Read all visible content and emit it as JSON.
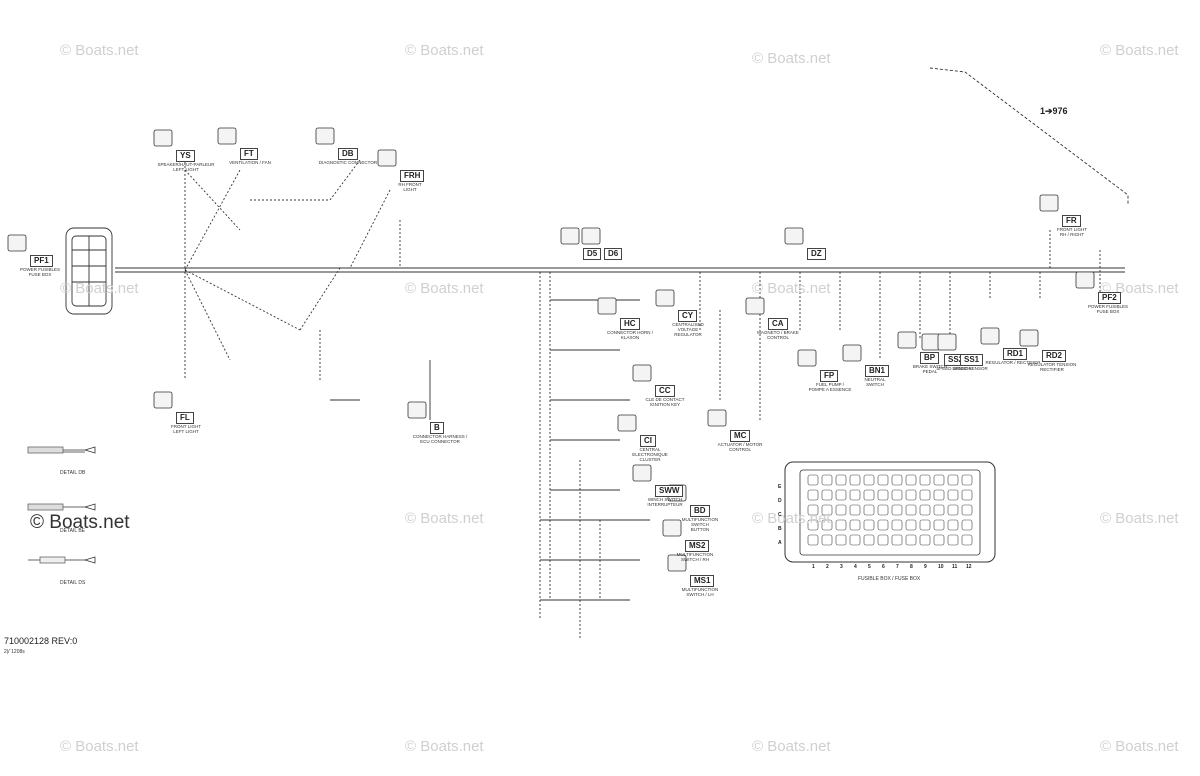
{
  "watermark": "© Boats.net",
  "reference_number": "1➔976",
  "revision": "710002128 REV:0",
  "revision_sub": "2|/´1208s",
  "connectors": [
    {
      "code": "YS",
      "label": "SPEAKER/HAUT-PARLEUR\nLEFT LIGHT"
    },
    {
      "code": "FT",
      "label": "VENTILATION / FAN"
    },
    {
      "code": "DB",
      "label": "DIAGNOSTIC CONNECTOR"
    },
    {
      "code": "FRH",
      "label": "RH FRONT\nLIGHT"
    },
    {
      "code": "FR",
      "label": "FRONT LIGHT\nRH / RIGHT"
    },
    {
      "code": "PF1",
      "label": "POWER FUSIBLES\nFUSE BOX"
    },
    {
      "code": "FL",
      "label": "FRONT LIGHT\nLEFT LIGHT"
    },
    {
      "code": "D5",
      "label": ""
    },
    {
      "code": "D6",
      "label": ""
    },
    {
      "code": "HC",
      "label": "CONNECTOR HORN /\nKLAXON"
    },
    {
      "code": "CY",
      "label": "CENTRALISED\nVOLTAGE\nREGULATOR"
    },
    {
      "code": "DZ",
      "label": ""
    },
    {
      "code": "CA",
      "label": "MAGNETO / BRAKE\nCONTROL"
    },
    {
      "code": "FP",
      "label": "FUEL PUMP /\nPOMPE A ESSENCE"
    },
    {
      "code": "BP",
      "label": "BRAKE SWITCH\nPEDAL"
    },
    {
      "code": "SS2",
      "label": "SPEED SENSOR"
    },
    {
      "code": "SS1",
      "label": "SPEED SENSOR"
    },
    {
      "code": "RD1",
      "label": "REGULATOR / RECTIFIER"
    },
    {
      "code": "RD2",
      "label": "REGULATOR TENSION\nRECTIFIER"
    },
    {
      "code": "PF2",
      "label": "POWER FUSIBLES\nFUSE BOX"
    },
    {
      "code": "BN1",
      "label": "NEUTRAL\nSWITCH"
    },
    {
      "code": "CC",
      "label": "CLE DE CONTACT\nIGNITION KEY"
    },
    {
      "code": "CI",
      "label": "CENTRAL\nELECTRONIQUE\nCLUSTER"
    },
    {
      "code": "MC",
      "label": "ACTUATOR / MOTOR\nCONTROL"
    },
    {
      "code": "B",
      "label": "CONNECTOR HARNESS /\nECU CONNECTOR"
    },
    {
      "code": "SWW",
      "label": "WINCH SWITCH\nINTERRUPTEUR"
    },
    {
      "code": "BD",
      "label": "MULTIFUNCTION\nSWITCH\nBUTTON"
    },
    {
      "code": "MS2",
      "label": "MULTIFUNCTION\nSWITCH / RH"
    },
    {
      "code": "MS1",
      "label": "MULTIFUNCTION\nSWITCH / LH"
    }
  ],
  "details": [
    {
      "label": "DETAIL DB"
    },
    {
      "label": "DETAIL BE"
    },
    {
      "label": "DETAIL DS"
    }
  ],
  "fuse_box": {
    "rows": [
      "E",
      "D",
      "C",
      "B",
      "A"
    ],
    "cols": [
      "1",
      "2",
      "3",
      "4",
      "5",
      "6",
      "7",
      "8",
      "9",
      "10",
      "11",
      "12"
    ],
    "caption": "FUSIBLE BOX / FUSE BOX"
  }
}
